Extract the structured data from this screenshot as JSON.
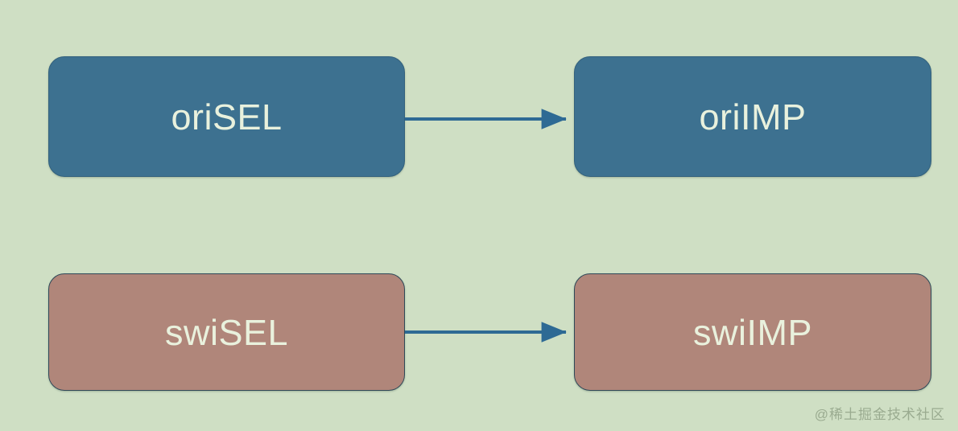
{
  "diagram": {
    "background_color": "#cfdfc4",
    "nodes": [
      {
        "id": "orisel",
        "label": "oriSEL",
        "fill": "#3d7190",
        "text_color": "#e9f1dd",
        "row": "top",
        "column": "left"
      },
      {
        "id": "oriimp",
        "label": "oriIMP",
        "fill": "#3d7190",
        "text_color": "#e9f1dd",
        "row": "top",
        "column": "right"
      },
      {
        "id": "swisel",
        "label": "swiSEL",
        "fill": "#b0867a",
        "text_color": "#e9f1dd",
        "row": "bottom",
        "column": "left"
      },
      {
        "id": "swiimp",
        "label": "swiIMP",
        "fill": "#b0867a",
        "text_color": "#e9f1dd",
        "row": "bottom",
        "column": "right"
      }
    ],
    "edges": [
      {
        "id": "edge-top",
        "from": "oriSEL",
        "to": "oriIMP",
        "color": "#2e6a94",
        "style": "solid",
        "arrowhead": "triangle"
      },
      {
        "id": "edge-bottom",
        "from": "swiSEL",
        "to": "swiIMP",
        "color": "#2e6a94",
        "style": "solid",
        "arrowhead": "triangle"
      }
    ],
    "watermark": "@稀土掘金技术社区"
  }
}
